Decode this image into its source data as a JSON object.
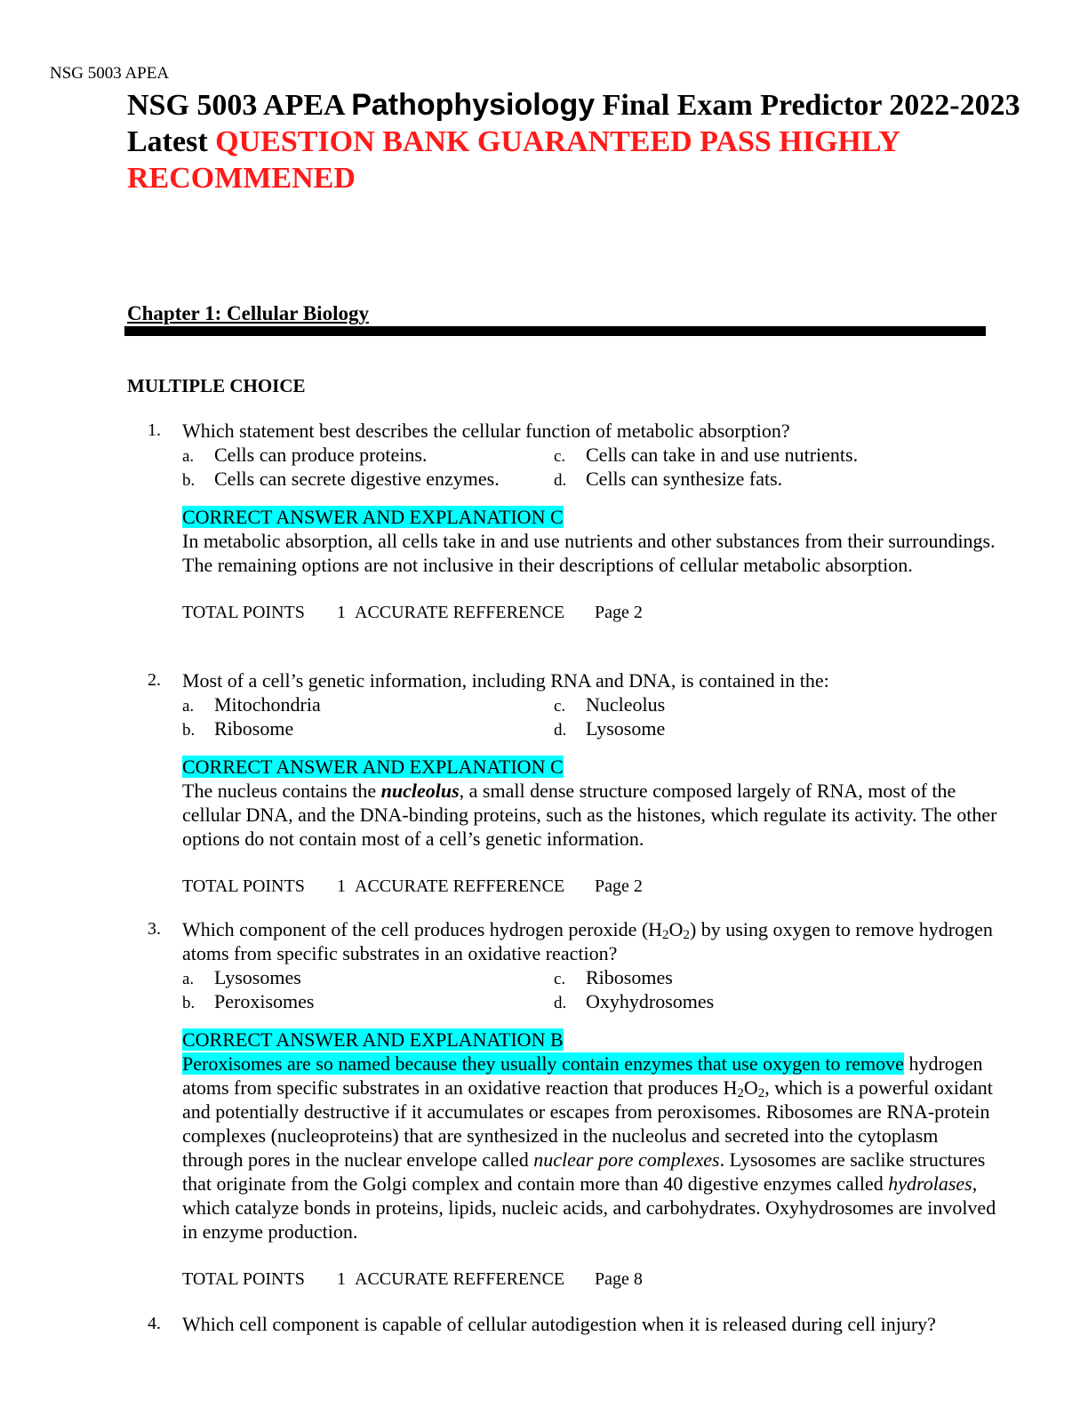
{
  "header_label": "NSG 5003 APEA",
  "title": {
    "part1": "NSG 5003 APEA ",
    "part2_sans": "Pathophysiology",
    "part3": "  Final Exam Predictor 2022-2023 Latest ",
    "part4_red": "QUESTION BANK GUARANTEED PASS HIGHLY RECOMMENED"
  },
  "chapter": "Chapter 1: Cellular Biology",
  "section": "MULTIPLE CHOICE",
  "questions": [
    {
      "num": "1.",
      "stem": "Which statement best describes the cellular function of metabolic absorption?",
      "a": "Cells can produce proteins.",
      "b": "Cells can secrete digestive enzymes.",
      "c": "Cells can take in and use nutrients.",
      "d": "Cells can synthesize fats.",
      "answer": "CORRECT ANSWER AND EXPLANATION C",
      "explanation": "In metabolic absorption, all cells take in and use nutrients and other substances from their surroundings. The remaining options are not inclusive in their descriptions of cellular metabolic absorption.",
      "points_label": "TOTAL POINTS",
      "points": "1",
      "ref_label": "ACCURATE REFFERENCE",
      "ref": "Page 2"
    },
    {
      "num": "2.",
      "stem": "Most of a cell’s genetic information, including RNA and DNA, is contained in the:",
      "a": "Mitochondria",
      "b": "Ribosome",
      "c": "Nucleolus",
      "d": "Lysosome",
      "answer": "CORRECT ANSWER AND EXPLANATION C",
      "expl_pre": "The nucleus contains the ",
      "expl_em": "nucleolus",
      "expl_post": ", a small dense structure composed largely of RNA, most of the cellular DNA, and the DNA-binding proteins, such as the histones, which regulate its activity. The other options do not contain most of a cell’s genetic information.",
      "points_label": "TOTAL POINTS",
      "points": "1",
      "ref_label": "ACCURATE REFFERENCE",
      "ref": "Page 2"
    },
    {
      "num": "3.",
      "stem_pre": "Which component of the cell produces hydrogen peroxide (H",
      "stem_sub1": "2",
      "stem_mid": "O",
      "stem_sub2": "2",
      "stem_post": ") by using oxygen to remove hydrogen atoms from specific substrates in an oxidative reaction?",
      "a": "Lysosomes",
      "b": "Peroxisomes",
      "c": "Ribosomes",
      "d": "Oxyhydrosomes",
      "answer": "CORRECT ANSWER AND EXPLANATION B",
      "expl_hl": "Peroxisomes are so named because they usually contain enzymes that use oxygen to remove",
      "expl_1": " hydrogen atoms from specific substrates in an oxidative reaction that produces H",
      "expl_sub1": "2",
      "expl_o": "O",
      "expl_sub2": "2",
      "expl_2": ", which is a powerful oxidant and potentially destructive if it accumulates or escapes from peroxisomes. Ribosomes are RNA-protein complexes (nucleoproteins) that are synthesized in the nucleolus and secreted into the cytoplasm through pores in the nuclear envelope called ",
      "expl_em1": "nuclear pore complexes",
      "expl_3": ". Lysosomes are saclike structures that originate from the Golgi complex and contain more than 40 digestive enzymes called ",
      "expl_em2": "hydrolases",
      "expl_4": ", which catalyze bonds in proteins, lipids, nucleic acids, and carbohydrates. Oxyhydrosomes are involved in enzyme production.",
      "points_label": "TOTAL POINTS",
      "points": "1",
      "ref_label": "ACCURATE REFFERENCE",
      "ref": "Page 8"
    },
    {
      "num": "4.",
      "stem": "Which cell component is capable of cellular autodigestion when it is released during cell injury?"
    }
  ]
}
